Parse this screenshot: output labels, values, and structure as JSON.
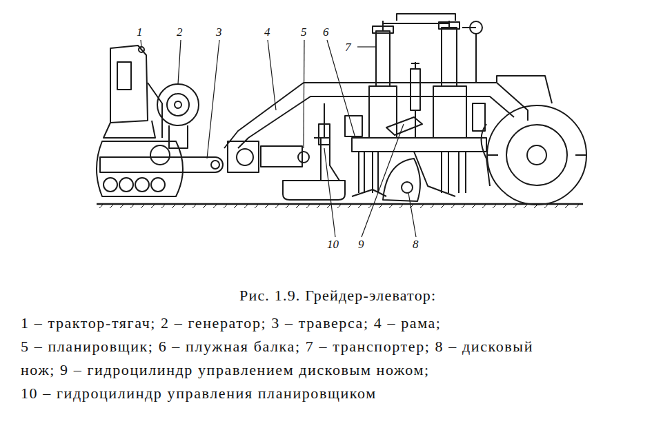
{
  "diagram": {
    "caption": "Рис. 1.9. Грейдер-элеватор:",
    "labels": [
      "1",
      "2",
      "3",
      "4",
      "5",
      "6",
      "7",
      "8",
      "9",
      "10",
      "1 – трактор-тягач; 2 – генератор; 3 – траверса; 4 – рама;",
      "5 – планировщик; 6 – плужная балка; 7 – транспортер; 8 – дисковый",
      "нож; 9 – гидроцилиндр управлением дисковым ножом;",
      "10 – гидроцилиндр управления планировщиком"
    ]
  }
}
